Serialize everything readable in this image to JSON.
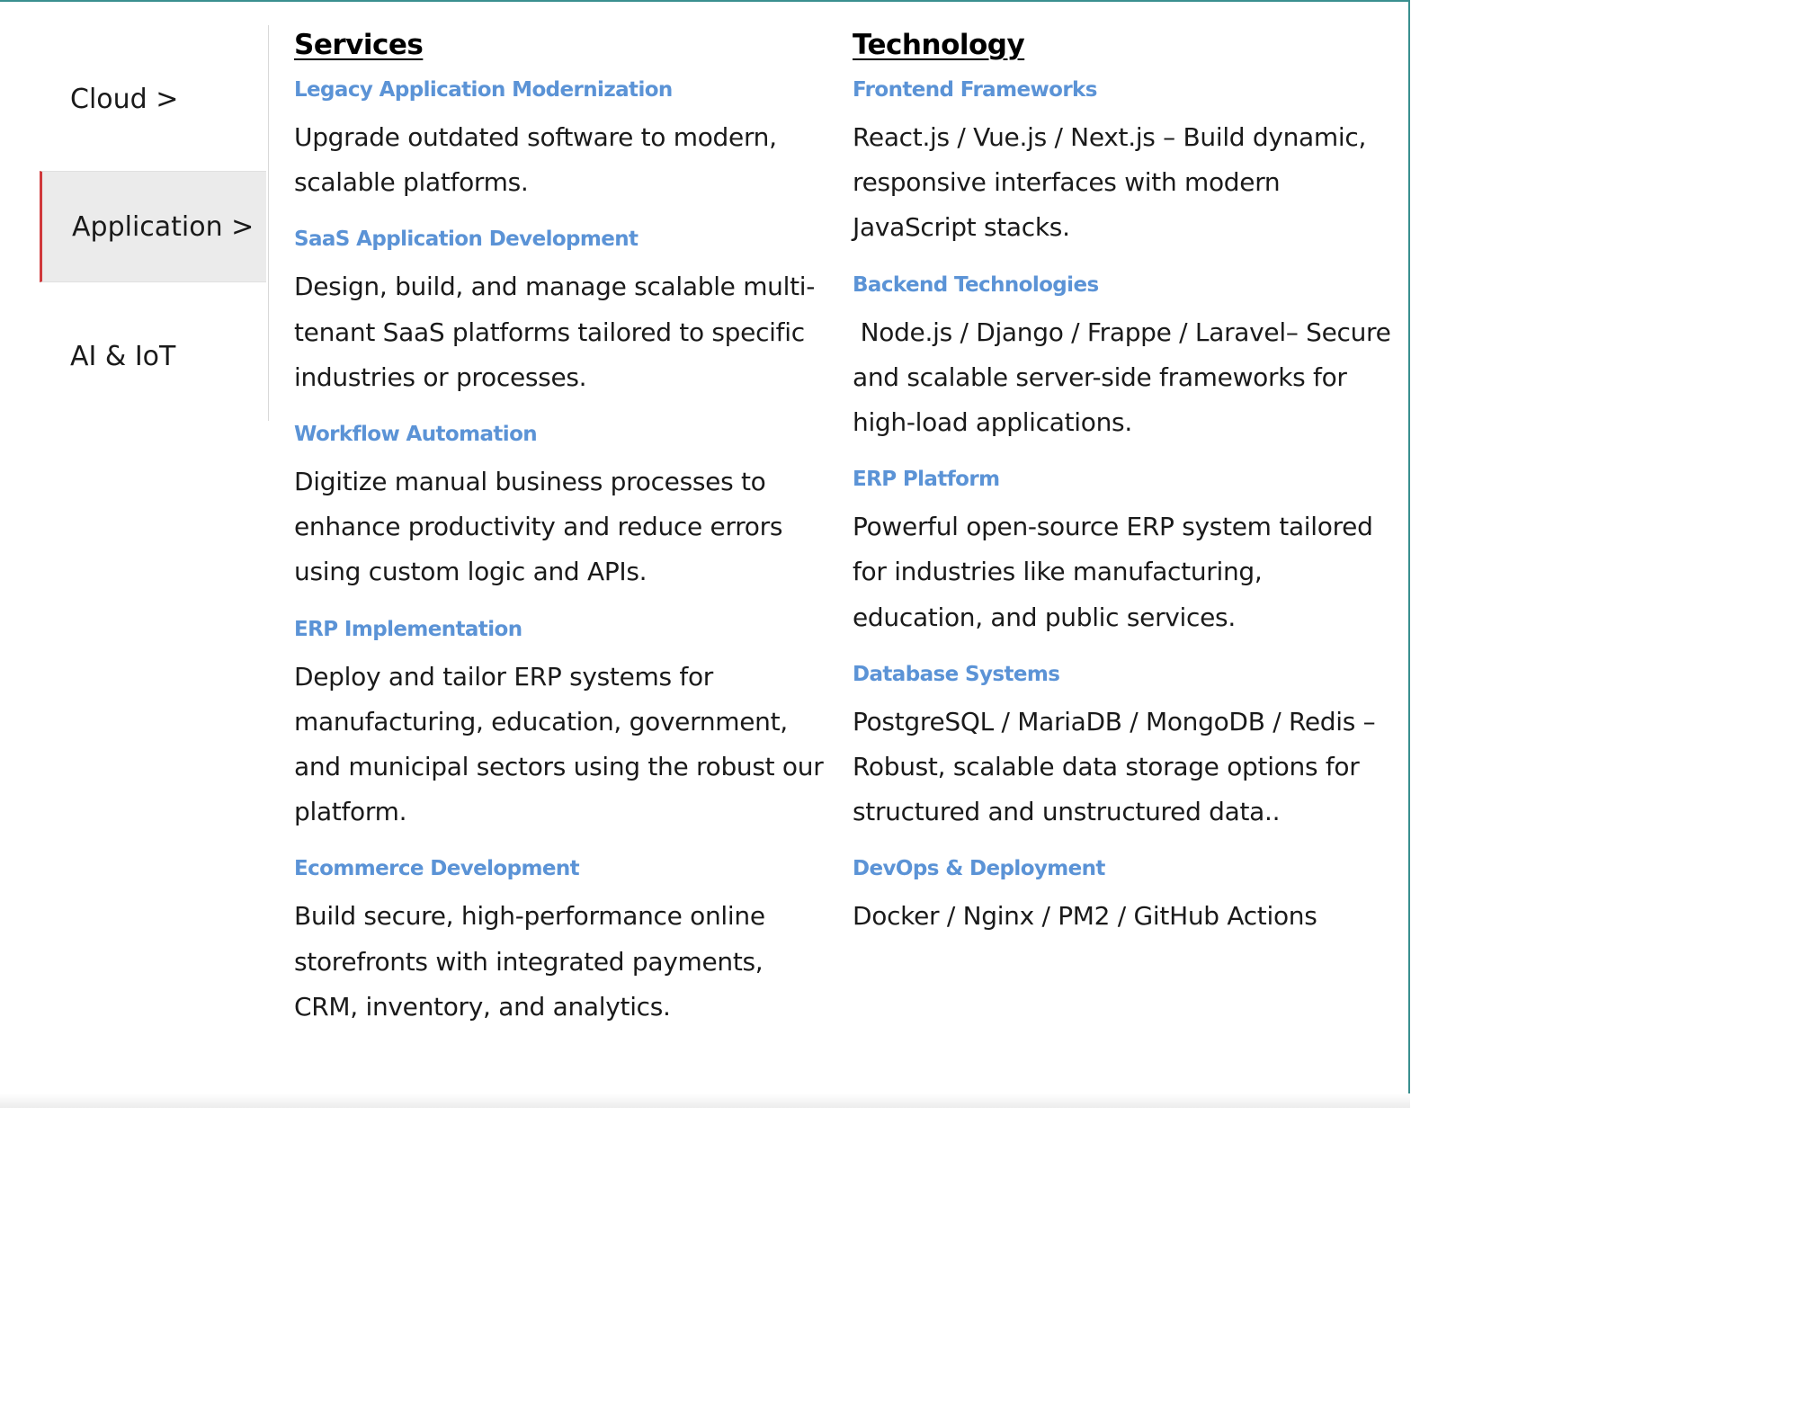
{
  "sidebar": {
    "items": [
      {
        "label": "Cloud >",
        "active": false
      },
      {
        "label": "Application >",
        "active": true
      },
      {
        "label": "AI & IoT",
        "active": false
      }
    ]
  },
  "services": {
    "heading": "Services",
    "items": [
      {
        "title": "Legacy Application Modernization",
        "desc": "Upgrade outdated software to modern, scalable platforms."
      },
      {
        "title": "SaaS Application Development",
        "desc": "Design, build, and manage scalable multi-tenant SaaS platforms tailored to specific industries or processes."
      },
      {
        "title": "Workflow Automation",
        "desc": "Digitize manual business processes to enhance productivity and reduce errors using custom logic and APIs."
      },
      {
        "title": "ERP Implementation",
        "desc": "Deploy and tailor ERP systems for manufacturing, education, government, and municipal sectors using the robust our platform."
      },
      {
        "title": "Ecommerce Development",
        "desc": "Build secure, high-performance online storefronts with integrated payments, CRM, inventory, and analytics."
      }
    ]
  },
  "technology": {
    "heading": "Technology",
    "items": [
      {
        "title": "Frontend Frameworks",
        "desc": "React.js / Vue.js / Next.js – Build dynamic, responsive interfaces with modern JavaScript stacks."
      },
      {
        "title": "Backend Technologies",
        "desc": " Node.js / Django / Frappe / Laravel– Secure and scalable server-side frameworks for high-load applications."
      },
      {
        "title": "ERP Platform",
        "desc": "Powerful open-source ERP system tailored for industries like manufacturing, education, and public services."
      },
      {
        "title": "Database Systems",
        "desc": "PostgreSQL / MariaDB / MongoDB / Redis – Robust, scalable data storage options for structured and unstructured data.."
      },
      {
        "title": "DevOps & Deployment",
        "desc": "Docker / Nginx / PM2 / GitHub Actions"
      }
    ]
  },
  "colors": {
    "accent_link": "#5b93d6",
    "active_marker": "#d0383b",
    "active_bg": "#ebebeb"
  }
}
